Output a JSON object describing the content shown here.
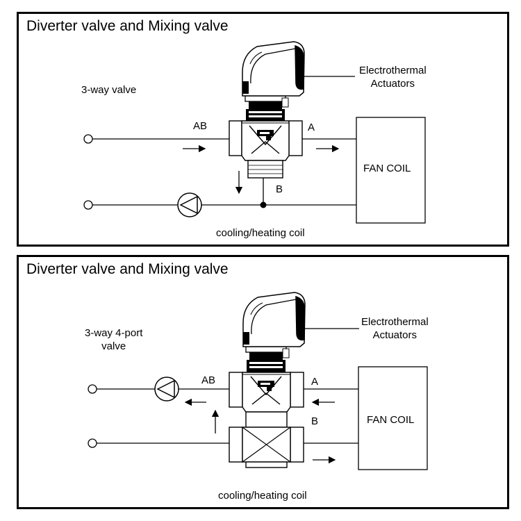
{
  "panel1": {
    "title": "Diverter valve and Mixing valve",
    "valve_label": "3-way valve",
    "actuator_label_line1": "Electrothermal",
    "actuator_label_line2": "Actuators",
    "port_ab": "AB",
    "port_a": "A",
    "port_b": "B",
    "unit_label": "FAN COIL",
    "coil_label": "cooling/heating coil"
  },
  "panel2": {
    "title": "Diverter valve and Mixing valve",
    "valve_label_line1": "3-way 4-port",
    "valve_label_line2": "valve",
    "actuator_label_line1": "Electrothermal",
    "actuator_label_line2": "Actuators",
    "port_ab": "AB",
    "port_a": "A",
    "port_b": "B",
    "unit_label": "FAN COIL",
    "coil_label": "cooling/heating coil"
  }
}
